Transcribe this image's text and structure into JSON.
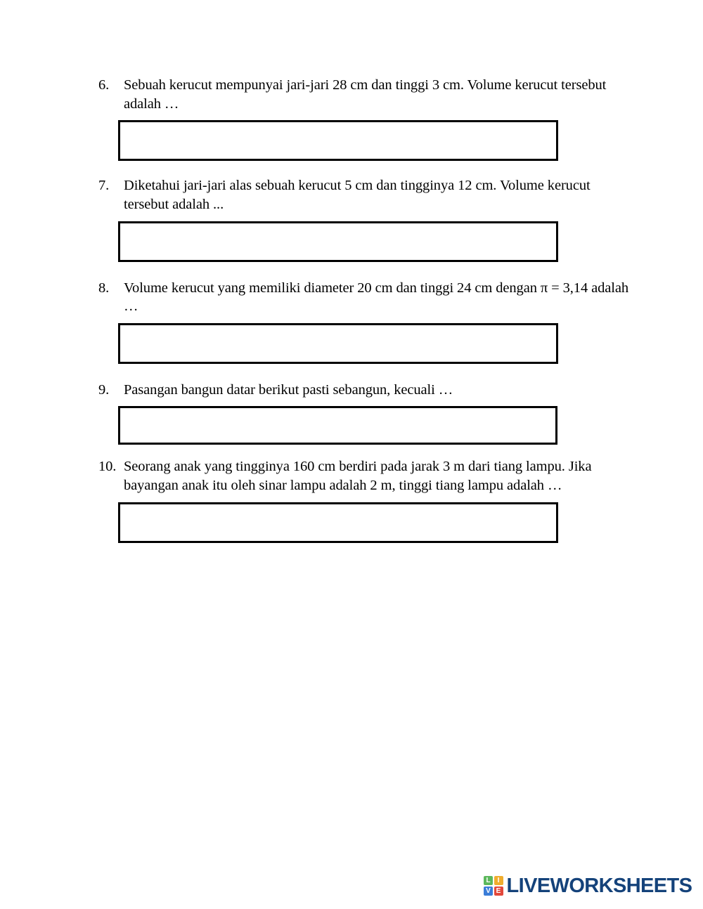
{
  "document": {
    "type": "worksheet",
    "language": "Indonesian",
    "background_color": "#ffffff",
    "text_color": "#000000"
  },
  "questions": [
    {
      "number": "6.",
      "text": "Sebuah kerucut mempunyai jari-jari 28 cm dan tinggi 3 cm. Volume kerucut tersebut adalah …",
      "answer_value": "",
      "answer_placeholder": ""
    },
    {
      "number": "7.",
      "text": "Diketahui jari-jari alas sebuah kerucut 5 cm dan tingginya 12 cm. Volume kerucut tersebut adalah ...",
      "answer_value": "",
      "answer_placeholder": ""
    },
    {
      "number": "8.",
      "text": "Volume kerucut yang memiliki diameter 20 cm dan tinggi 24 cm dengan π = 3,14 adalah …",
      "answer_value": "",
      "answer_placeholder": ""
    },
    {
      "number": "9.",
      "text": "Pasangan bangun datar berikut pasti sebangun, kecuali …",
      "answer_value": "",
      "answer_placeholder": ""
    },
    {
      "number": "10.",
      "text": "Seorang anak yang tingginya 160 cm berdiri pada jarak 3 m dari tiang lampu. Jika bayangan anak itu oleh sinar lampu adalah 2 m, tinggi tiang lampu adalah …",
      "answer_value": "",
      "answer_placeholder": ""
    }
  ],
  "footer": {
    "brand_name": "LIVEWORKSHEETS",
    "brand_color": "#14427a",
    "tiles": [
      {
        "letter": "L",
        "color": "#5cb85c"
      },
      {
        "letter": "I",
        "color": "#f0ad2e"
      },
      {
        "letter": "V",
        "color": "#3b7dd8"
      },
      {
        "letter": "E",
        "color": "#e2483b"
      }
    ]
  }
}
